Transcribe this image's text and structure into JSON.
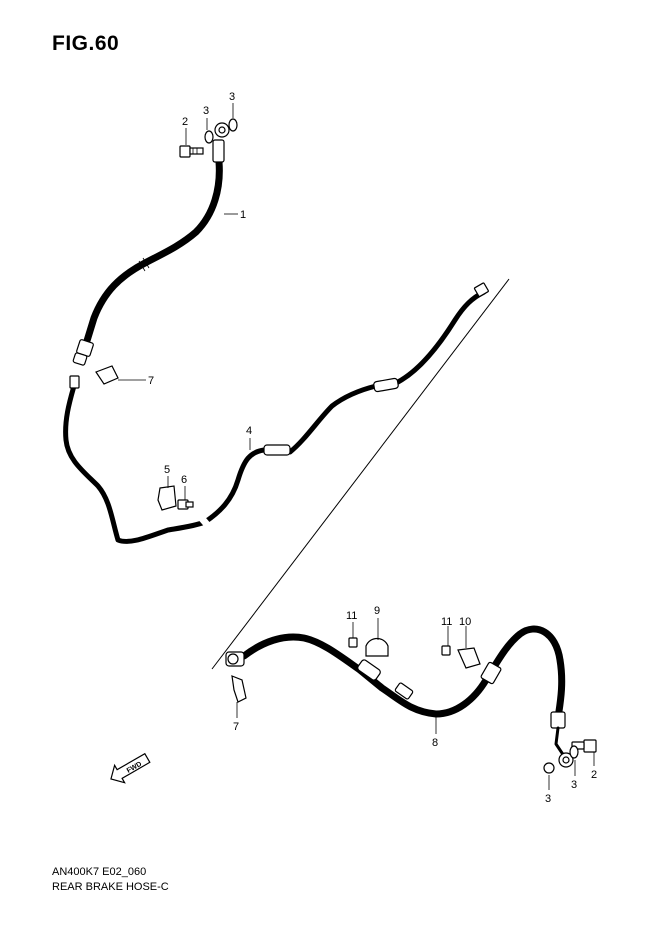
{
  "figure": {
    "title": "FIG.60",
    "code": "AN400K7 E02_060",
    "name": "REAR BRAKE HOSE-C"
  },
  "fwd_badge": "FWD",
  "callouts": [
    {
      "id": "c-1",
      "label": "1"
    },
    {
      "id": "c-2a",
      "label": "2"
    },
    {
      "id": "c-3a",
      "label": "3"
    },
    {
      "id": "c-3b",
      "label": "3"
    },
    {
      "id": "c-4",
      "label": "4"
    },
    {
      "id": "c-5",
      "label": "5"
    },
    {
      "id": "c-6",
      "label": "6"
    },
    {
      "id": "c-7a",
      "label": "7"
    },
    {
      "id": "c-7b",
      "label": "7"
    },
    {
      "id": "c-8",
      "label": "8"
    },
    {
      "id": "c-9",
      "label": "9"
    },
    {
      "id": "c-10",
      "label": "10"
    },
    {
      "id": "c-11a",
      "label": "11"
    },
    {
      "id": "c-11b",
      "label": "11"
    },
    {
      "id": "c-3c",
      "label": "3"
    },
    {
      "id": "c-3d",
      "label": "3"
    },
    {
      "id": "c-2b",
      "label": "2"
    }
  ]
}
